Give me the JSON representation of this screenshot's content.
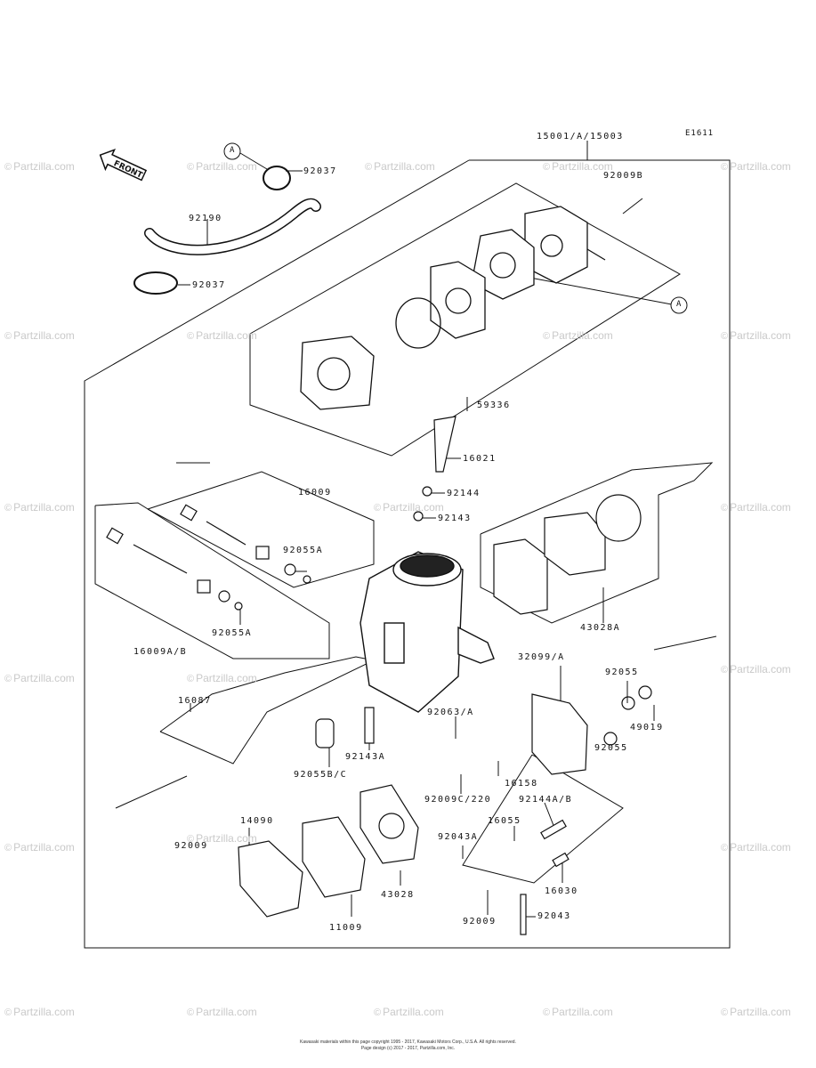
{
  "diagram": {
    "code": "E1611",
    "front_label": "FRONT",
    "callout_letter": "A",
    "watermark": "Partzilla.com",
    "watermark_symbol": "©",
    "footer_line1": "Kawasaki materials within this page copyright 1995 - 2017, Kawasaki Motors Corp., U.S.A. All rights reserved.",
    "footer_line2": "Page design (c) 2017 - 2017, Partzilla.com, Inc.",
    "parts": {
      "p15001": "15001/A/15003",
      "p92037a": "92037",
      "p92190": "92190",
      "p92037b": "92037",
      "p92009b": "92009B",
      "p59336": "59336",
      "p16021": "16021",
      "p16009": "16009",
      "p92144": "92144",
      "p92143": "92143",
      "p92055a1": "92055A",
      "p92055a2": "92055A",
      "p16009ab": "16009A/B",
      "p43028a": "43028A",
      "p16087": "16087",
      "p32099a": "32099/A",
      "p92055c": "92055",
      "p92055d": "92055",
      "p49019": "49019",
      "p92063a": "92063/A",
      "p92143a": "92143A",
      "p92055bc": "92055B/C",
      "p16158": "16158",
      "p92009c": "92009C/220",
      "p92144ab": "92144A/B",
      "p14090": "14090",
      "p92009x": "92009",
      "p16055": "16055",
      "p92043a": "92043A",
      "p43028": "43028",
      "p16030": "16030",
      "p11009": "11009",
      "p92009": "92009",
      "p92043": "92043"
    }
  }
}
